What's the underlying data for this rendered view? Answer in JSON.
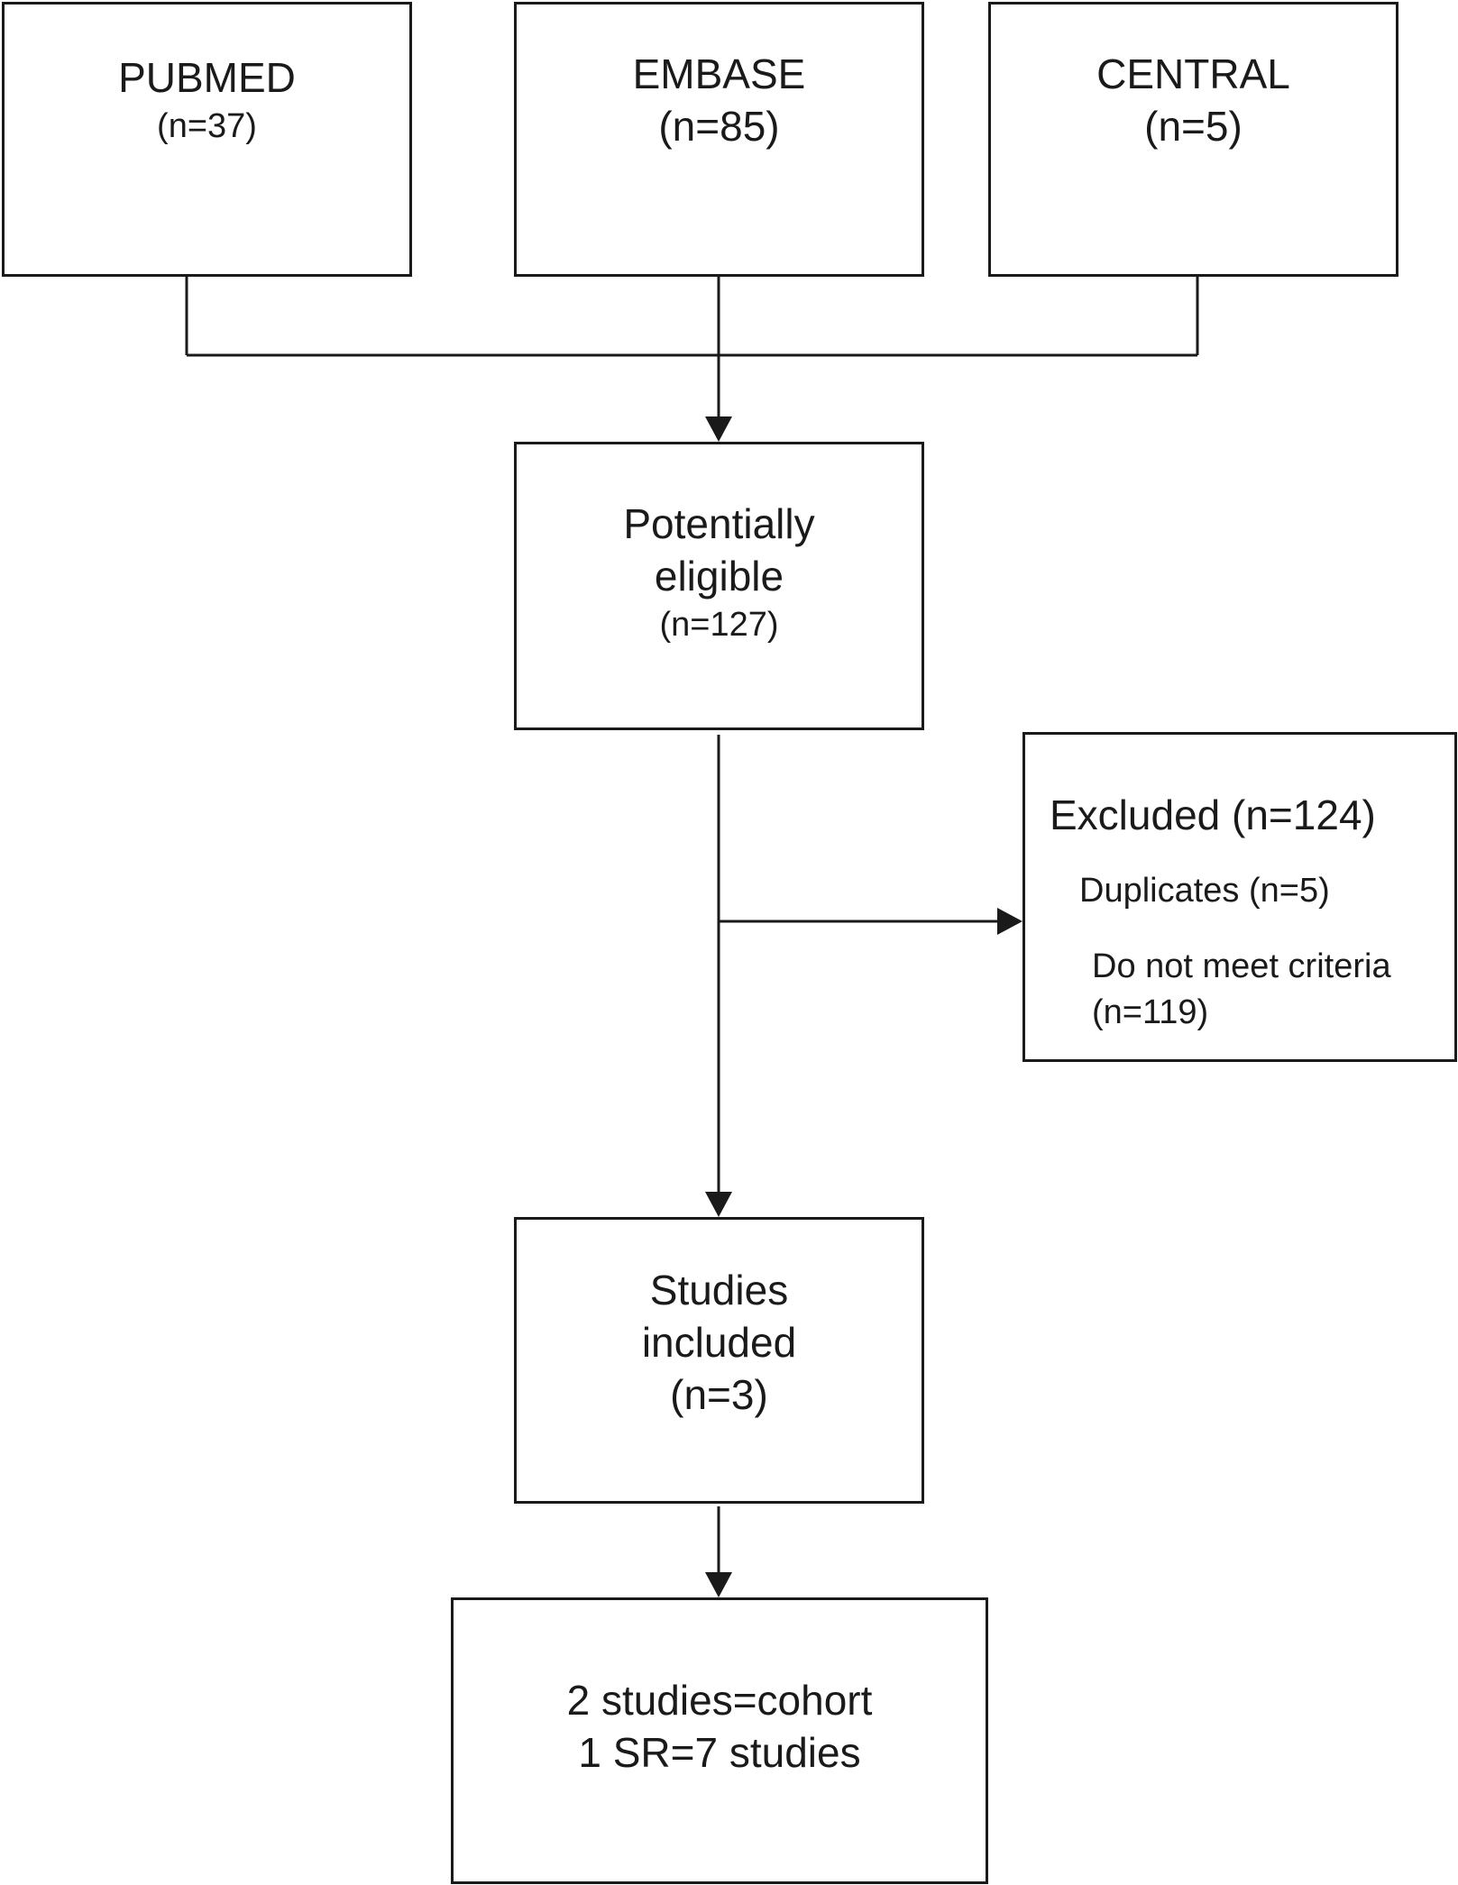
{
  "sources": [
    {
      "name": "PUBMED",
      "count": "(n=37)"
    },
    {
      "name": "EMBASE",
      "count": "(n=85)"
    },
    {
      "name": "CENTRAL",
      "count": "(n=5)"
    }
  ],
  "eligible": {
    "line1": "Potentially",
    "line2": "eligible",
    "count": "(n=127)"
  },
  "excluded": {
    "title": "Excluded (n=124)",
    "items": [
      "Duplicates (n=5)",
      "Do not meet criteria (n=119)"
    ]
  },
  "included": {
    "line1": "Studies",
    "line2": "included",
    "count": "(n=3)"
  },
  "result": {
    "line1": "2 studies=cohort",
    "line2": "1 SR=7 studies"
  }
}
